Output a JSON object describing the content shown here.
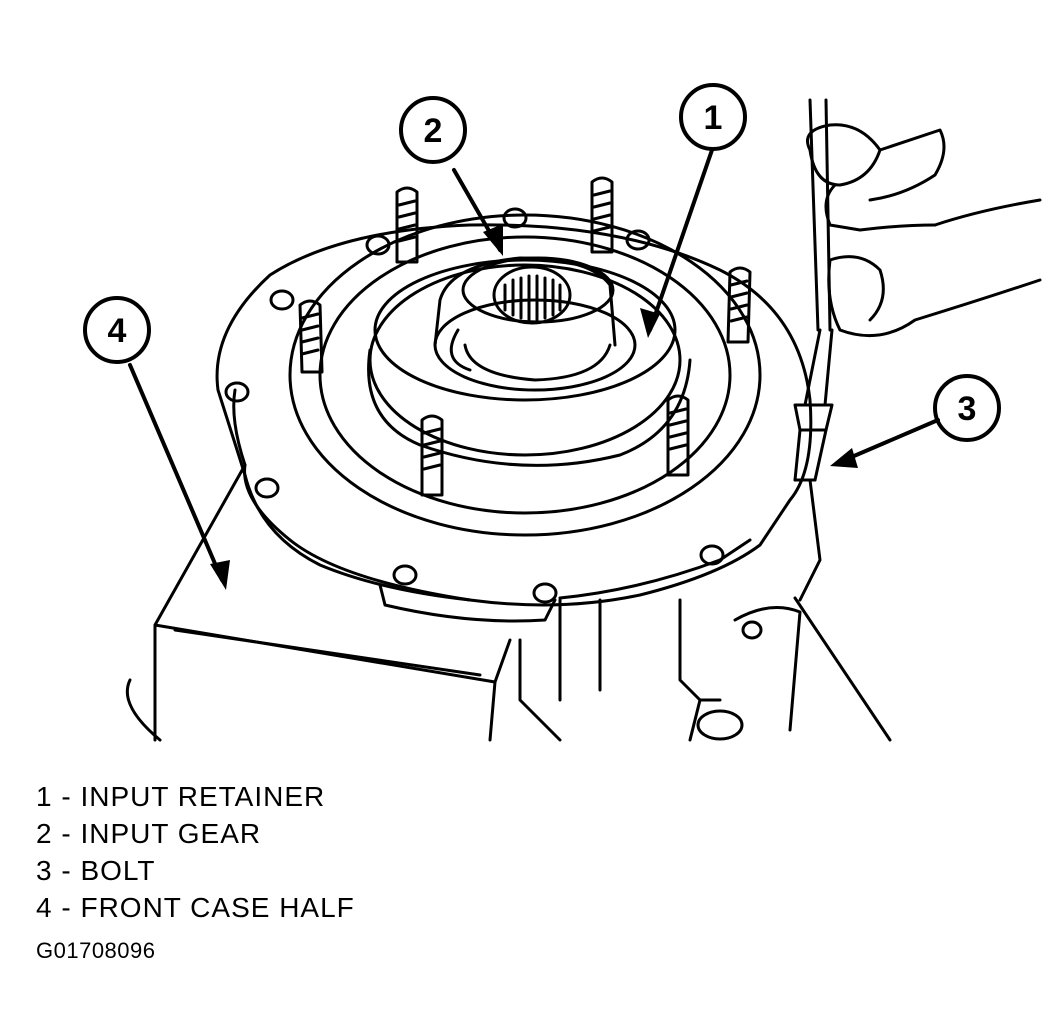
{
  "callouts": [
    {
      "id": "1"
    },
    {
      "id": "2"
    },
    {
      "id": "3"
    },
    {
      "id": "4"
    }
  ],
  "legend": [
    {
      "num": "1",
      "sep": "-",
      "label": "INPUT RETAINER"
    },
    {
      "num": "2",
      "sep": "-",
      "label": "INPUT GEAR"
    },
    {
      "num": "3",
      "sep": "-",
      "label": "BOLT"
    },
    {
      "num": "4",
      "sep": "-",
      "label": "FRONT CASE HALF"
    }
  ],
  "figure_id": "G01708096"
}
